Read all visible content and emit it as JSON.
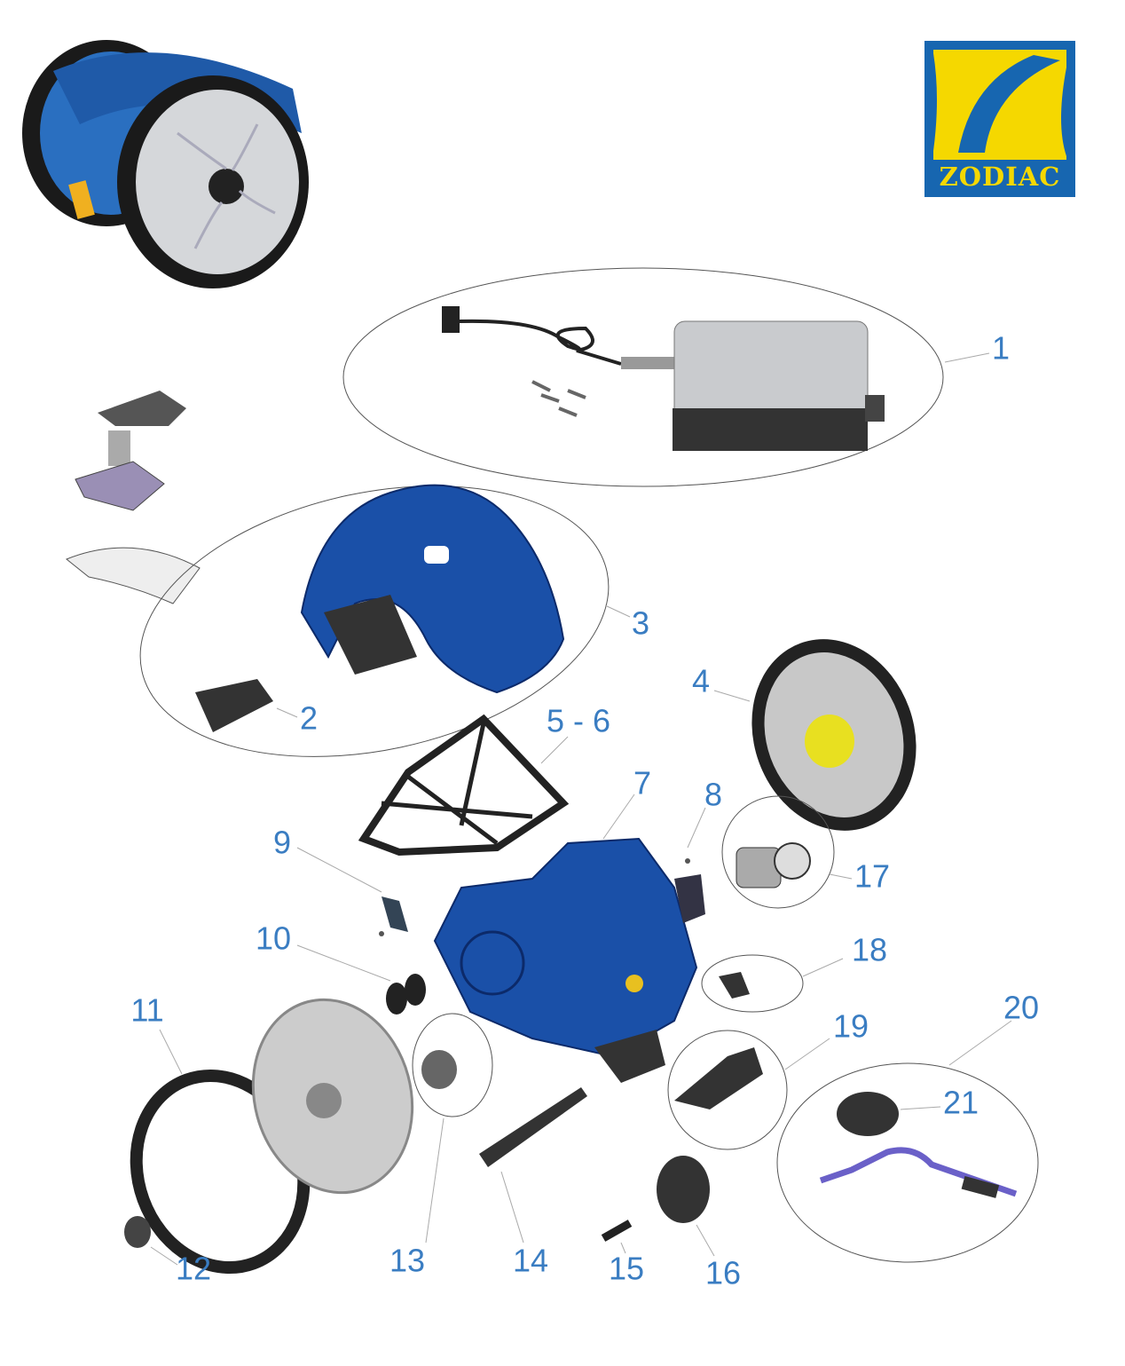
{
  "brand": {
    "logo_text": "ZODIAC",
    "colors": {
      "blue": "#1766b0",
      "yellow": "#f5d800"
    }
  },
  "labels": {
    "p1": "1",
    "p2": "2",
    "p3": "3",
    "p4": "4",
    "p5_6": "5 - 6",
    "p7": "7",
    "p8": "8",
    "p9": "9",
    "p10": "10",
    "p11": "11",
    "p12": "12",
    "p13": "13",
    "p14": "14",
    "p15": "15",
    "p16": "16",
    "p17": "17",
    "p18": "18",
    "p19": "19",
    "p20": "20",
    "p21": "21"
  },
  "label_color": "#3a7dc2"
}
